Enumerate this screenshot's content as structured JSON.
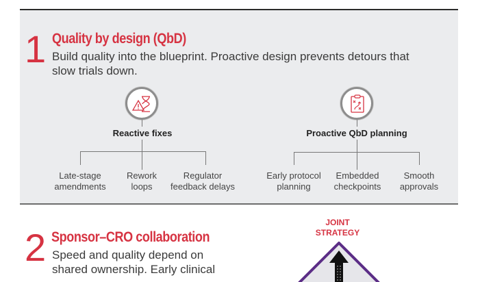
{
  "section1": {
    "number": "1",
    "title": "Quality by design (QbD)",
    "description_line1": "Build quality into the blueprint. Proactive design prevents detours that",
    "description_line2": "slow trials down.",
    "left_branch": {
      "icon": "hourglass-warning-icon",
      "label": "Reactive fixes",
      "items": [
        {
          "line1": "Late-stage",
          "line2": "amendments"
        },
        {
          "line1": "Rework",
          "line2": "loops"
        },
        {
          "line1": "Regulator",
          "line2": "feedback delays"
        }
      ]
    },
    "right_branch": {
      "icon": "clipboard-plan-icon",
      "label": "Proactive QbD planning",
      "items": [
        {
          "line1": "Early protocol",
          "line2": "planning"
        },
        {
          "line1": "Embedded",
          "line2": "checkpoints"
        },
        {
          "line1": "Smooth",
          "line2": "approvals"
        }
      ]
    }
  },
  "section2": {
    "number": "2",
    "title": "Sponsor–CRO collaboration",
    "description_line1": "Speed and quality depend on",
    "description_line2": "shared ownership. Early clinical",
    "sign": {
      "label_line1": "JOINT",
      "label_line2": "STRATEGY",
      "icon": "road-arrow-sign-icon"
    }
  },
  "colors": {
    "accent": "#d63342",
    "panel": "#ebecee",
    "sign_border": "#5b2d86"
  }
}
